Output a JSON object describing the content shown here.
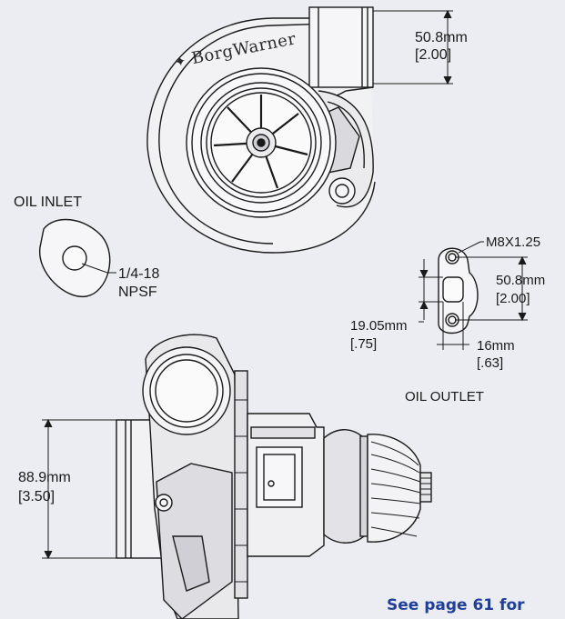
{
  "brand": {
    "logo_text": "BorgWarner"
  },
  "dimensions": {
    "outlet_diameter": {
      "mm": "50.8mm",
      "inch": "[2.00]"
    },
    "inlet_diameter": {
      "mm": "88.9mm",
      "inch": "[3.50]"
    },
    "oil_outlet_bolt_spacing": {
      "mm": "50.8mm",
      "inch": "[2.00]"
    },
    "oil_outlet_port_height": {
      "mm": "19.05mm",
      "inch": "[.75]"
    },
    "oil_outlet_port_width": {
      "mm": "16mm",
      "inch": "[.63]"
    }
  },
  "oil_inlet": {
    "title": "OIL INLET",
    "thread_line1": "1/4-18",
    "thread_line2": "NPSF"
  },
  "oil_outlet": {
    "title": "OIL OUTLET",
    "bolt_thread": "M8X1.25"
  },
  "footer": {
    "note": "See page 61 for"
  },
  "colors": {
    "background": "#ecedf2",
    "ink": "#1a1a1a",
    "note": "#1f3f9a"
  }
}
